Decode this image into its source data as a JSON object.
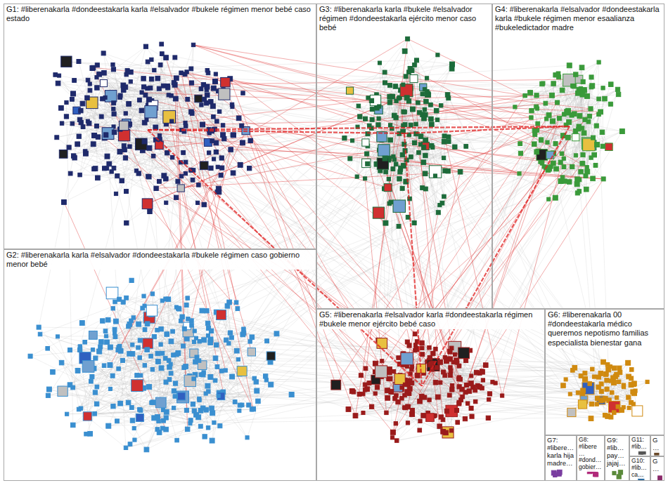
{
  "diagram": {
    "nodes": [
      {
        "text": [
          "G1: #liberenakarla #dondeestakarla karla #elsalvador #bukele régimen menor bebé caso estado"
        ]
      },
      {
        "text": [
          "G3: #liberenakarla karla #bukele #elsalvador régimen #dondeestakarla ejército menor caso bebé"
        ]
      },
      {
        "text": [
          "G4: #liberenakarla #elsalvador #dondeestakarla karla #bukele régimen menor esaalianza #bukeledictador madre"
        ]
      },
      {
        "text": [
          "G2: #liberenakarla karla #elsalvador #dondeestakarla #bukele régimen caso gobierno menor bebé"
        ]
      },
      {
        "text": [
          "G5: #liberenakarla #elsalvador karla #dondeestakarla régimen #bukele menor ejército bebé caso"
        ]
      },
      {
        "text": [
          "G6: #liberenakarla 00 #dondeestakarla médico queremos nepotismo familias especialista bienestar gana"
        ]
      },
      {
        "text": [
          "G7: #libere… karla hija madre…"
        ]
      },
      {
        "text": [
          "G8: #libere… #dond… gobier…"
        ]
      },
      {
        "text": [
          "G9: #lib… pay… jajaj…"
        ]
      },
      {
        "text": [
          "G11: #lib…"
        ]
      },
      {
        "text": [
          "G10: #lib… ca…"
        ]
      },
      {
        "text": [
          "G…"
        ]
      },
      {
        "text": [
          "G…"
        ]
      }
    ],
    "edges": [
      {
        "from": 0,
        "to": 1,
        "arrow": "none"
      },
      {
        "from": 0,
        "to": 2,
        "arrow": "none"
      },
      {
        "from": 0,
        "to": 4,
        "arrow": "none"
      },
      {
        "from": 1,
        "to": 2,
        "arrow": "none"
      },
      {
        "from": 1,
        "to": 4,
        "arrow": "none"
      },
      {
        "from": 2,
        "to": 4,
        "arrow": "none"
      }
    ]
  }
}
